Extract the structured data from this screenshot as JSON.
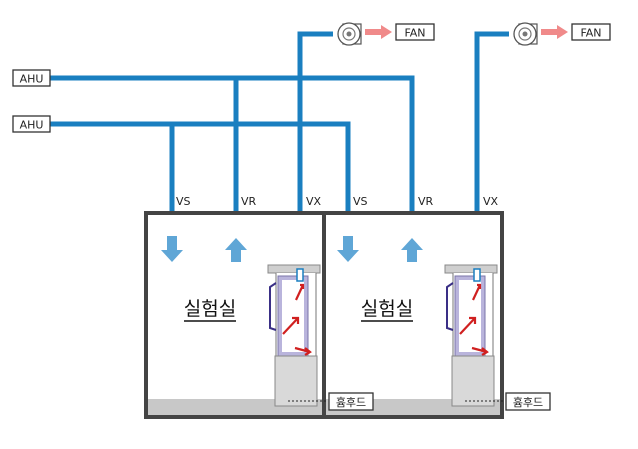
{
  "labels": {
    "ahu_1": "AHU",
    "ahu_2": "AHU",
    "fan_1": "FAN",
    "fan_2": "FAN",
    "room1_vs": "VS",
    "room1_vr": "VR",
    "room1_vx": "VX",
    "room2_vs": "VS",
    "room2_vr": "VR",
    "room2_vx": "VX",
    "room1_name": "실험실",
    "room2_name": "실험실",
    "hood_1": "흄후드",
    "hood_2": "흄후드"
  },
  "colors": {
    "duct": "#1a7fc0",
    "arrow": "#5fa6d6",
    "exhaust_arrow": "#f08a8a",
    "room_wall": "#444444",
    "floor": "#c8c8c8",
    "hood_panel": "#b9b4dc",
    "hood_cabinet": "#d9d9d9",
    "hood_flow": "#d02020"
  },
  "icons": {
    "fan": "centrifugal-fan-icon",
    "supply_arrow": "arrow-down-icon",
    "return_arrow": "arrow-up-icon",
    "exhaust_arrow": "arrow-right-icon"
  }
}
